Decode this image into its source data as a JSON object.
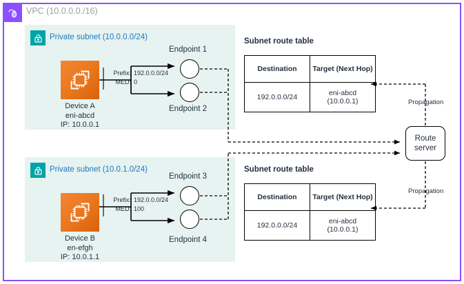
{
  "vpc": {
    "title": "VPC (10.0.0.0./16)",
    "icon": "vpc-cloud-icon",
    "border_color": "#8C4FFF"
  },
  "subnets": [
    {
      "title": "Private subnet (10.0.0.0/24)",
      "icon": "private-subnet-lock-icon",
      "device": {
        "icon": "network-device-chip-icon",
        "name": "Device A",
        "eni": "eni-abcd",
        "ip": "IP: 10.0.0.1",
        "label": "Device A\neni-abcd\nIP: 10.0.0.1"
      },
      "advertisement": {
        "prefix_key": "Prefix:",
        "prefix_value": "192.0.0.0/24",
        "med_key": "MED:",
        "med_value": "0"
      },
      "endpoints": [
        {
          "label": "Endpoint 1"
        },
        {
          "label": "Endpoint 2"
        }
      ],
      "route_table": {
        "title": "Subnet route table",
        "headers": [
          "Destination",
          "Target (Next Hop)"
        ],
        "rows": [
          {
            "destination": "192.0.0.0/24",
            "target": "eni-abcd\n(10.0.0.1)"
          }
        ]
      }
    },
    {
      "title": "Private subnet (10.0.1.0/24)",
      "icon": "private-subnet-lock-icon",
      "device": {
        "icon": "network-device-chip-icon",
        "name": "Device B",
        "eni": "en-efgh",
        "ip": "IP: 10.0.1.1",
        "label": "Device B\nen-efgh\nIP: 10.0.1.1"
      },
      "advertisement": {
        "prefix_key": "Prefix:",
        "prefix_value": "192.0.0.0/24",
        "med_key": "MED:",
        "med_value": "100"
      },
      "endpoints": [
        {
          "label": "Endpoint 3"
        },
        {
          "label": "Endpoint 4"
        }
      ],
      "route_table": {
        "title": "Subnet route table",
        "headers": [
          "Destination",
          "Target (Next Hop)"
        ],
        "rows": [
          {
            "destination": "192.0.0.0/24",
            "target": "eni-abcd\n(10.0.0.1)"
          }
        ]
      }
    }
  ],
  "route_server": {
    "label": "Route server"
  },
  "propagation": {
    "top_label": "Propagation",
    "bottom_label": "Propagation"
  },
  "colors": {
    "vpc_purple": "#8C4FFF",
    "subnet_teal": "#00A4A6",
    "subnet_fill": "#E6F3F1",
    "device_orange": "#E8761B",
    "subnet_title_blue": "#1f77c4",
    "text_dark": "#232F3E",
    "vpc_title_gray": "#9aa0a6"
  }
}
